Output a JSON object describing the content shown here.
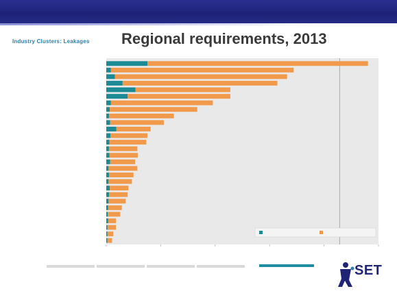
{
  "header": {
    "section_label": "Industry Clusters: Leakages",
    "title": "Regional requirements, 2013"
  },
  "colors": {
    "top_bar": "#1f2475",
    "within_region": "#1c8a95",
    "outside_region": "#f29a4c",
    "plot_bg": "#e9e9e9"
  },
  "chart_data": {
    "type": "bar",
    "orientation": "horizontal",
    "stacked": true,
    "categories": [
      "",
      "",
      "",
      "",
      "",
      "",
      "",
      "",
      "",
      "",
      "",
      "",
      "",
      "",
      "",
      "",
      "",
      "",
      "",
      "",
      "",
      "",
      "",
      "",
      "",
      "",
      "",
      ""
    ],
    "series": [
      {
        "name": "",
        "values": [
          106,
          12,
          22,
          42,
          75,
          55,
          12,
          9,
          7,
          10,
          26,
          11,
          8,
          7,
          8,
          10,
          6,
          7,
          6,
          9,
          7,
          6,
          5,
          4,
          5,
          3,
          3,
          3
        ]
      },
      {
        "name": "",
        "values": [
          567,
          470,
          443,
          398,
          244,
          264,
          262,
          225,
          167,
          138,
          88,
          95,
          95,
          73,
          73,
          64,
          74,
          63,
          60,
          48,
          48,
          44,
          35,
          32,
          20,
          22,
          15,
          12
        ]
      }
    ],
    "xlim": [
      0,
      700
    ],
    "grid": true,
    "legend_position": "bottom-right"
  },
  "legend": {
    "within_label": "",
    "outside_label": ""
  },
  "navigation": {
    "strip_label": "",
    "active_tab_label": ""
  },
  "footer": {
    "text": ""
  },
  "logo": {
    "text": "SET"
  }
}
